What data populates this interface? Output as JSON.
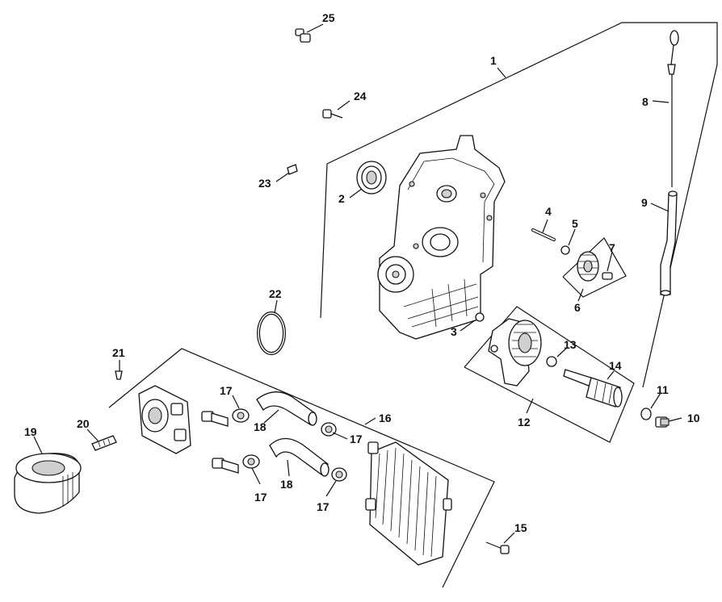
{
  "diagram": {
    "callouts": [
      {
        "id": "c1",
        "label": "1"
      },
      {
        "id": "c2",
        "label": "2"
      },
      {
        "id": "c3",
        "label": "3"
      },
      {
        "id": "c4",
        "label": "4"
      },
      {
        "id": "c5",
        "label": "5"
      },
      {
        "id": "c6",
        "label": "6"
      },
      {
        "id": "c7",
        "label": "7"
      },
      {
        "id": "c8",
        "label": "8"
      },
      {
        "id": "c9",
        "label": "9"
      },
      {
        "id": "c10",
        "label": "10"
      },
      {
        "id": "c11",
        "label": "11"
      },
      {
        "id": "c12",
        "label": "12"
      },
      {
        "id": "c13",
        "label": "13"
      },
      {
        "id": "c14",
        "label": "14"
      },
      {
        "id": "c15",
        "label": "15"
      },
      {
        "id": "c16",
        "label": "16"
      },
      {
        "id": "c17a",
        "label": "17"
      },
      {
        "id": "c17b",
        "label": "17"
      },
      {
        "id": "c17c",
        "label": "17"
      },
      {
        "id": "c17d",
        "label": "17"
      },
      {
        "id": "c18a",
        "label": "18"
      },
      {
        "id": "c18b",
        "label": "18"
      },
      {
        "id": "c19",
        "label": "19"
      },
      {
        "id": "c20",
        "label": "20"
      },
      {
        "id": "c21",
        "label": "21"
      },
      {
        "id": "c22",
        "label": "22"
      },
      {
        "id": "c23",
        "label": "23"
      },
      {
        "id": "c24",
        "label": "24"
      },
      {
        "id": "c25",
        "label": "25"
      }
    ]
  }
}
